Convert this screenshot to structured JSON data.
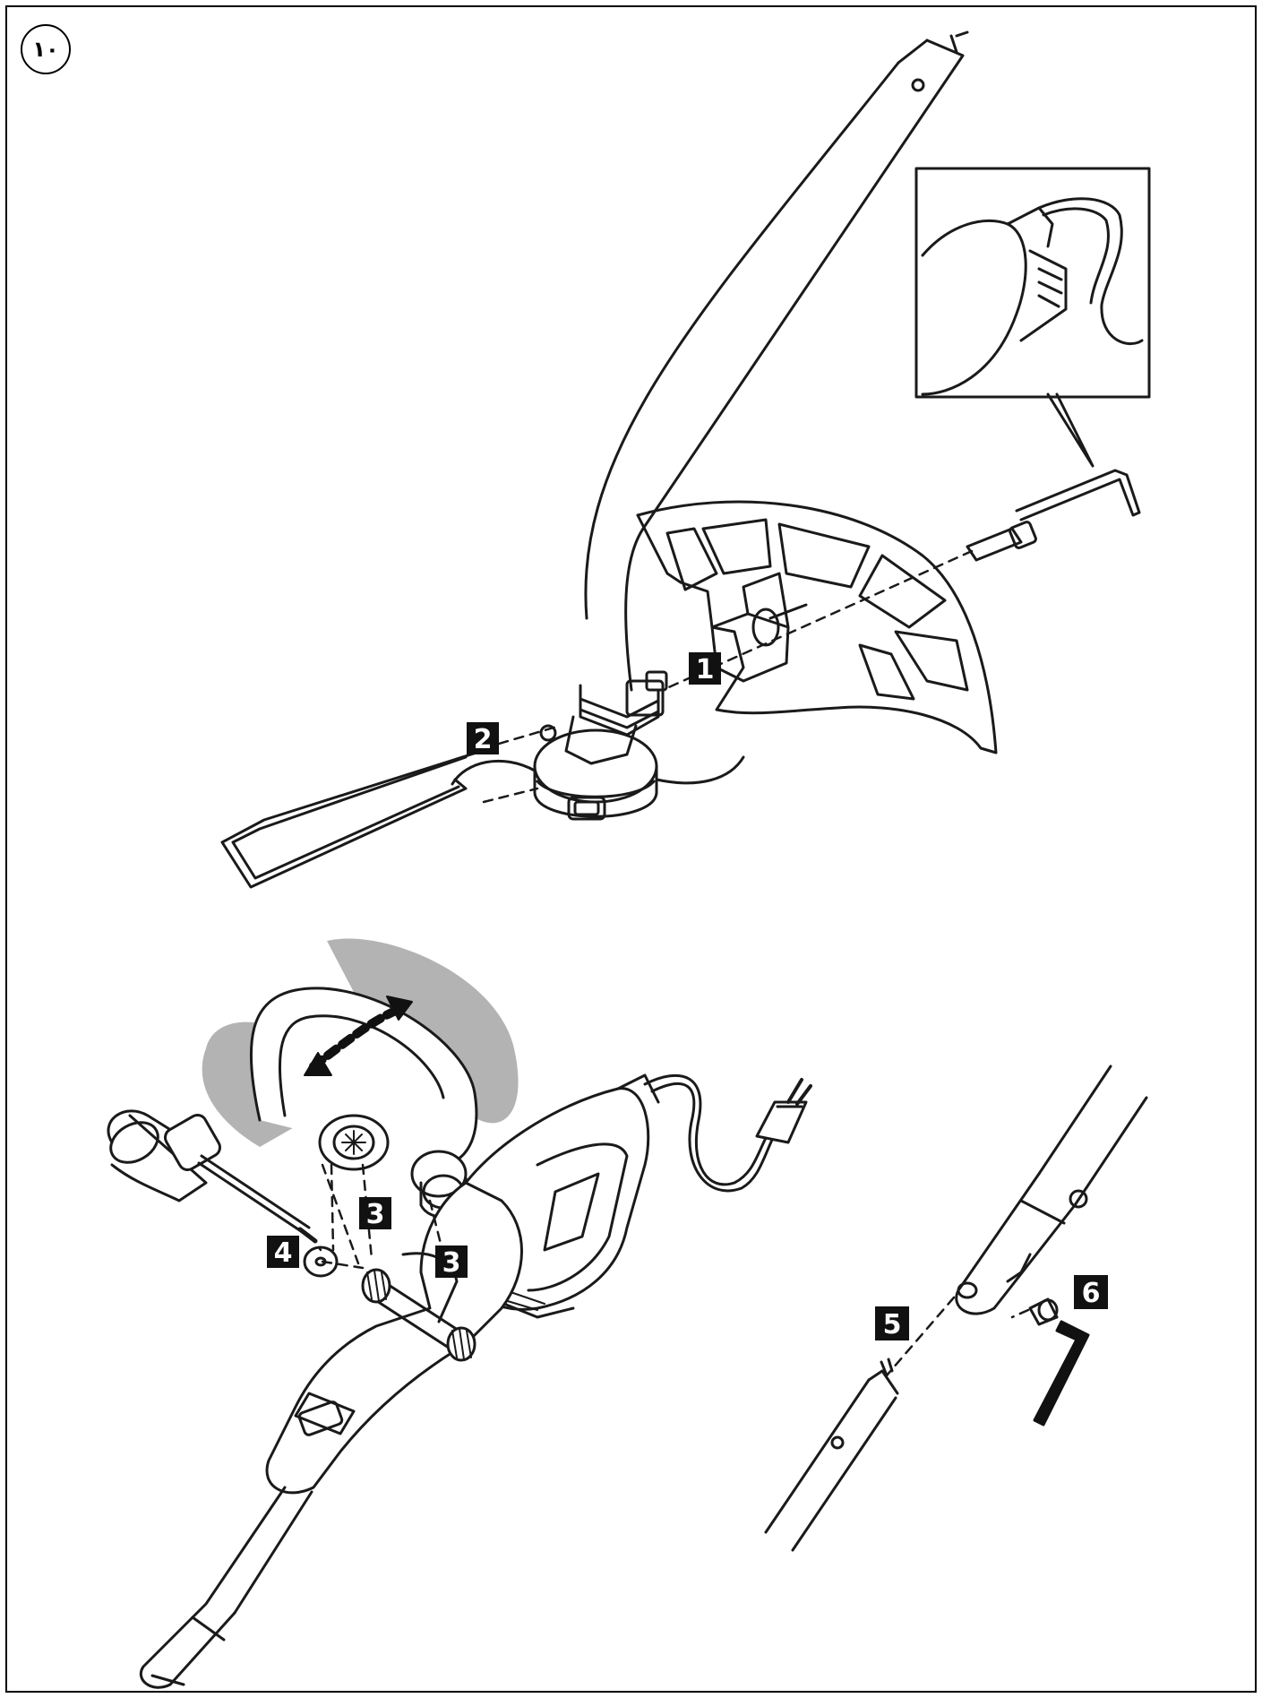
{
  "figure": {
    "number": "١٠"
  },
  "callouts": [
    {
      "id": "callout-1",
      "label": "1"
    },
    {
      "id": "callout-2",
      "label": "2"
    },
    {
      "id": "callout-3a",
      "label": "3"
    },
    {
      "id": "callout-3b",
      "label": "3"
    },
    {
      "id": "callout-4",
      "label": "4"
    },
    {
      "id": "callout-5",
      "label": "5"
    },
    {
      "id": "callout-6",
      "label": "6"
    }
  ],
  "colors": {
    "line": "#1a1a1a",
    "callout_bg": "#111111",
    "callout_text": "#ffffff",
    "motion_shadow": "#b3b3b3"
  }
}
